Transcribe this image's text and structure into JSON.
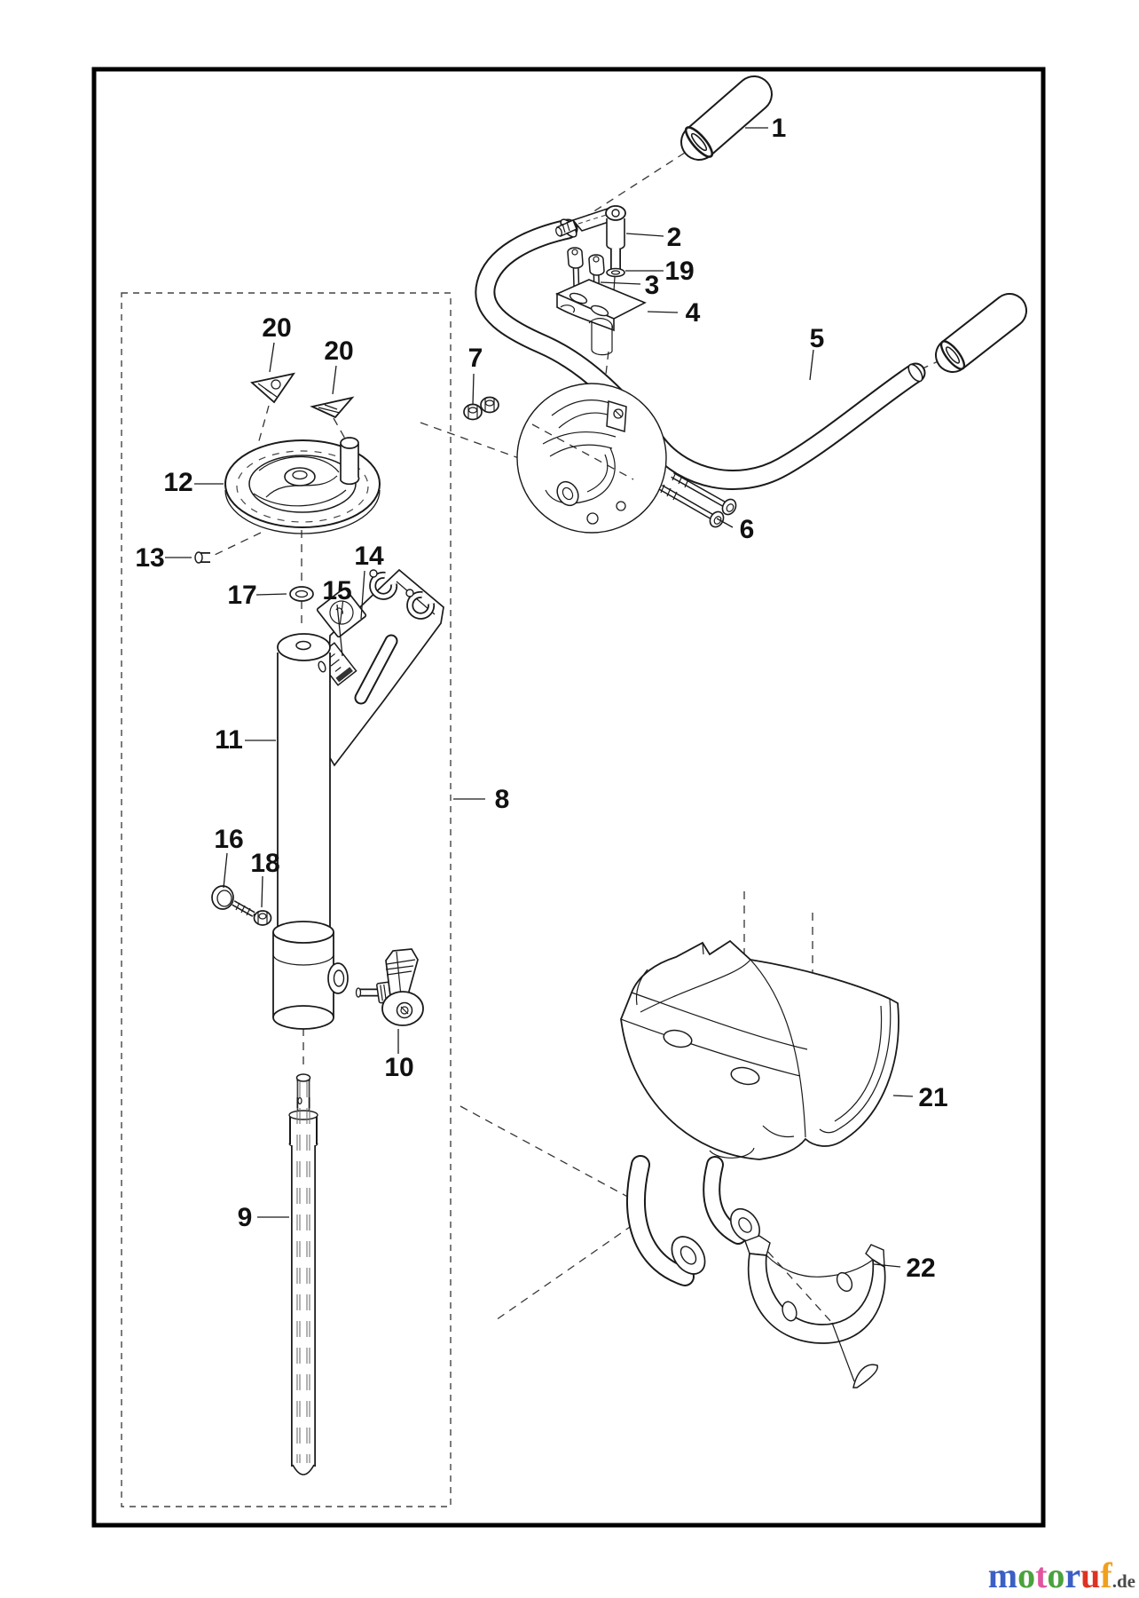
{
  "diagram": {
    "kind": "exploded-parts-diagram",
    "background": "#ffffff",
    "border_color": "#000000",
    "line_color": "#1a1a1a"
  },
  "callouts": [
    {
      "num": "1"
    },
    {
      "num": "2"
    },
    {
      "num": "19"
    },
    {
      "num": "3"
    },
    {
      "num": "4"
    },
    {
      "num": "5"
    },
    {
      "num": "7"
    },
    {
      "num": "6"
    },
    {
      "num": "8"
    },
    {
      "num": "9"
    },
    {
      "num": "10"
    },
    {
      "num": "11"
    },
    {
      "num": "12"
    },
    {
      "num": "13"
    },
    {
      "num": "14"
    },
    {
      "num": "15"
    },
    {
      "num": "16"
    },
    {
      "num": "17"
    },
    {
      "num": "18"
    },
    {
      "num": "20"
    },
    {
      "num": "20"
    },
    {
      "num": "21"
    },
    {
      "num": "22"
    }
  ],
  "watermark": {
    "letters": [
      {
        "ch": "m",
        "color": "#3c5fc5"
      },
      {
        "ch": "o",
        "color": "#4aa23c"
      },
      {
        "ch": "t",
        "color": "#e0559e"
      },
      {
        "ch": "o",
        "color": "#4aa23c"
      },
      {
        "ch": "r",
        "color": "#3c5fc5"
      },
      {
        "ch": "u",
        "color": "#dd3322"
      },
      {
        "ch": "f",
        "color": "#f0a01e"
      }
    ],
    "suffix": ".de",
    "suffix_color": "#4a4a4a"
  }
}
